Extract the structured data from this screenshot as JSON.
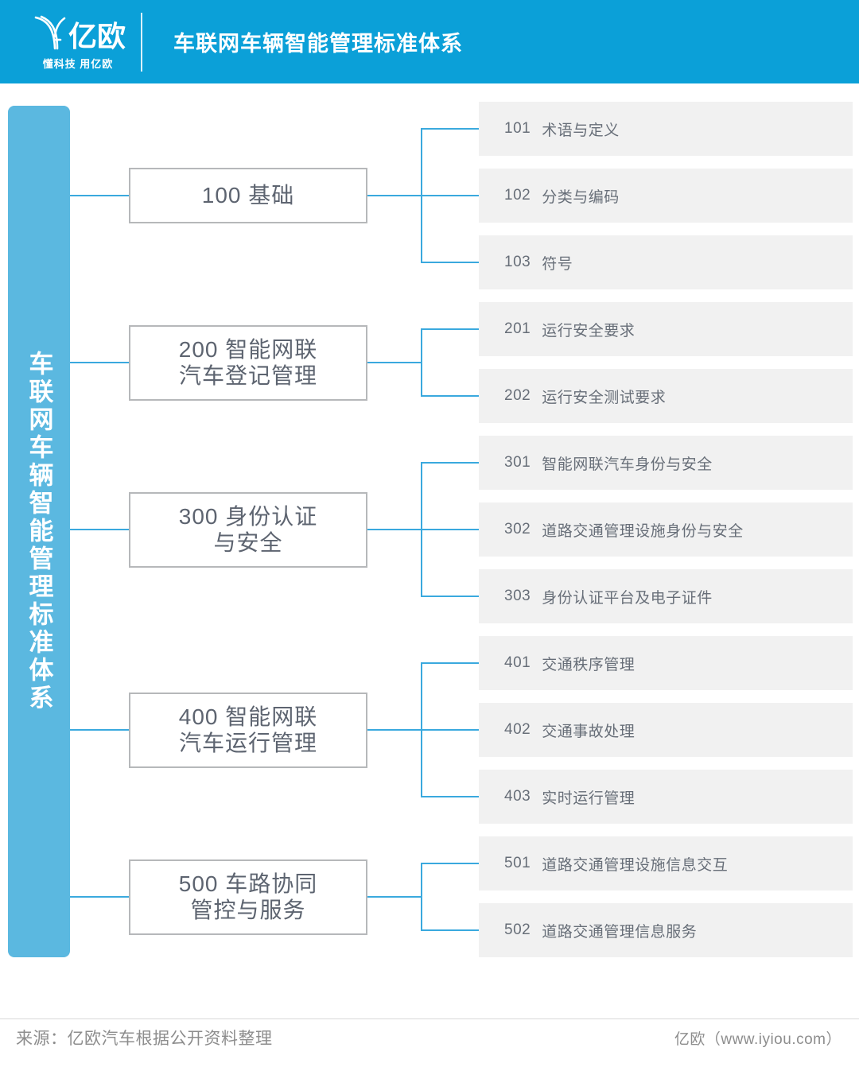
{
  "header": {
    "logo_text": "亿欧",
    "logo_tagline": "懂科技 用亿欧",
    "title": "车联网车辆智能管理标准体系",
    "bg_color": "#0ba0d8"
  },
  "root": {
    "label": "车联网车辆智能管理标准体系",
    "color": "#5bb8e0"
  },
  "colors": {
    "connector": "#3aa9de",
    "l1_border": "#b6b8ba",
    "l2_fill": "#f1f1f1",
    "text": "#5d6470"
  },
  "groups": [
    {
      "code": "100",
      "name": "基础",
      "line1": "100  基础",
      "line2": "",
      "items": [
        {
          "code": "101",
          "label": "术语与定义"
        },
        {
          "code": "102",
          "label": "分类与编码"
        },
        {
          "code": "103",
          "label": "符号"
        }
      ]
    },
    {
      "code": "200",
      "name": "智能网联汽车登记管理",
      "line1": "200  智能网联",
      "line2": "汽车登记管理",
      "items": [
        {
          "code": "201",
          "label": "运行安全要求"
        },
        {
          "code": "202",
          "label": "运行安全测试要求"
        }
      ]
    },
    {
      "code": "300",
      "name": "身份认证与安全",
      "line1": "300  身份认证",
      "line2": "与安全",
      "items": [
        {
          "code": "301",
          "label": "智能网联汽车身份与安全"
        },
        {
          "code": "302",
          "label": "道路交通管理设施身份与安全"
        },
        {
          "code": "303",
          "label": "身份认证平台及电子证件"
        }
      ]
    },
    {
      "code": "400",
      "name": "智能网联汽车运行管理",
      "line1": "400  智能网联",
      "line2": "汽车运行管理",
      "items": [
        {
          "code": "401",
          "label": "交通秩序管理"
        },
        {
          "code": "402",
          "label": "交通事故处理"
        },
        {
          "code": "403",
          "label": "实时运行管理"
        }
      ]
    },
    {
      "code": "500",
      "name": "车路协同管控与服务",
      "line1": "500  车路协同",
      "line2": "管控与服务",
      "items": [
        {
          "code": "501",
          "label": "道路交通管理设施信息交互"
        },
        {
          "code": "502",
          "label": "道路交通管理信息服务"
        }
      ]
    }
  ],
  "footer": {
    "source": "来源：亿欧汽车根据公开资料整理",
    "site": "亿欧（www.iyiou.com）"
  }
}
